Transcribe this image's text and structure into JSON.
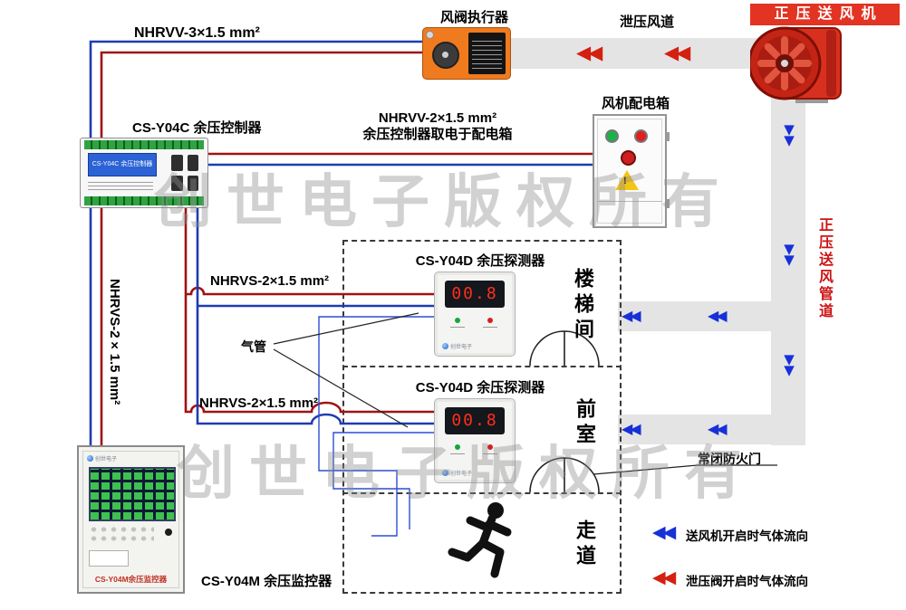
{
  "watermarks": {
    "wm1": "创世电子版权所有",
    "wm2": "创世电子版权所有"
  },
  "icons": {
    "left_flow_arrow": "◀◀",
    "down_flow_arrow": "▼\n▼",
    "warning_mark": "!"
  },
  "colors": {
    "wire_red": "#a01212",
    "wire_blue": "#1f3cb0",
    "duct_gray": "#e4e4e4",
    "arrow_blue": "#1730d8",
    "arrow_red": "#d42010",
    "fan_red": "#d8301f",
    "actuator_orange": "#f07a1e",
    "fan_title_bg": "#e23323"
  },
  "top_area": {
    "cable_label": "NHRVV-3×1.5 mm²",
    "actuator_title": "风阀执行器",
    "relief_duct_label": "泄压风道",
    "fan_title": "正压送风机"
  },
  "fan_box": {
    "title": "风机配电箱"
  },
  "controller": {
    "title": "CS-Y04C 余压控制器",
    "screen_text": "CS-Y04C 余压控制器"
  },
  "power_cable": {
    "line1": "NHRVV-2×1.5 mm²",
    "line2": "余压控制器取电于配电箱"
  },
  "signal_cables": {
    "horizontal_1": "NHRVS-2×1.5 mm²",
    "horizontal_2": "NHRVS-2×1.5 mm²",
    "vertical": "NHRVS-2×1.5 mm²"
  },
  "detectors": [
    {
      "title": "CS-Y04D 余压探测器",
      "reading": "00.8",
      "logo": "创世电子"
    },
    {
      "title": "CS-Y04D 余压探测器",
      "reading": "00.8",
      "logo": "创世电子"
    }
  ],
  "rooms": {
    "stairwell": "楼梯间",
    "front_room": "前室",
    "corridor": "走道"
  },
  "air_tube_label": "气管",
  "fire_door_label": "常闭防火门",
  "supply_duct_label": "正压送风管道",
  "monitor": {
    "title": "CS-Y04M 余压监控器",
    "panel_label": "CS-Y04M余压监控器",
    "logo": "创世电子"
  },
  "legend": {
    "supply": {
      "text": "送风机开启时气体流向",
      "color": "#1730d8"
    },
    "relief": {
      "text": "泄压阀开启时气体流向",
      "color": "#d42010"
    }
  }
}
